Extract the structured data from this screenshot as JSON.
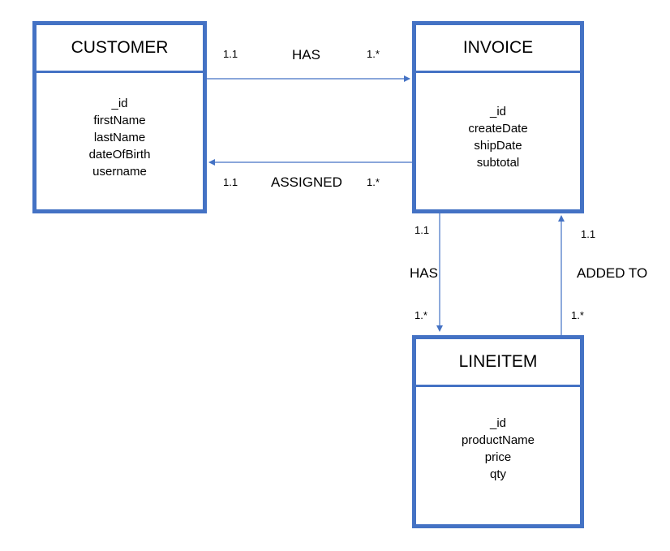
{
  "colors": {
    "accent": "#4472C4"
  },
  "entities": {
    "customer": {
      "title": "CUSTOMER",
      "fields": [
        "_id",
        "firstName",
        "lastName",
        "dateOfBirth",
        "username"
      ]
    },
    "invoice": {
      "title": "INVOICE",
      "fields": [
        "_id",
        "createDate",
        "shipDate",
        "subtotal"
      ]
    },
    "lineitem": {
      "title": "LINEITEM",
      "fields": [
        "_id",
        "productName",
        "price",
        "qty"
      ]
    }
  },
  "relations": {
    "customer_invoice_has": {
      "label": "HAS",
      "from_card": "1.1",
      "to_card": "1.*"
    },
    "invoice_customer_assigned": {
      "label": "ASSIGNED",
      "from_card": "1.1",
      "to_card": "1.*"
    },
    "invoice_lineitem_has": {
      "label": "HAS",
      "from_card": "1.1",
      "to_card": "1.*"
    },
    "lineitem_invoice_added": {
      "label": "ADDED TO",
      "from_card": "1.1",
      "to_card": "1.*"
    }
  }
}
